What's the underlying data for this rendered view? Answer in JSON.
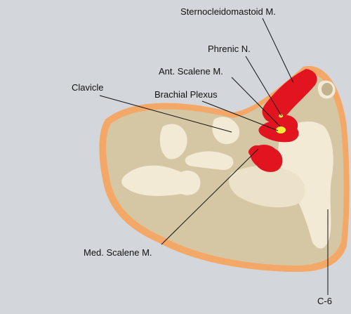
{
  "labels": {
    "scm": "Sternocleidomastoid M.",
    "phrenic": "Phrenic N.",
    "ant_scalene": "Ant. Scalene M.",
    "clavicle": "Clavicle",
    "brachial": "Brachial Plexus",
    "med_scalene": "Med. Scalene M.",
    "c6": "C-6"
  },
  "colors": {
    "background": "#d3d7db",
    "skin_outline": "#f4a868",
    "tissue": "#d6c7a4",
    "bone": "#f3ead6",
    "muscle": "#e2141f",
    "nerve": "#f4ee3a"
  }
}
